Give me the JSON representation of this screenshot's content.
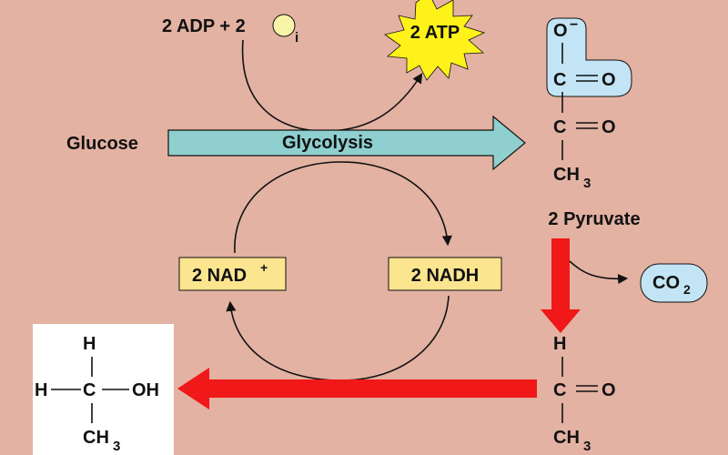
{
  "colors": {
    "background": "#e3b2a2",
    "glycolysis_arrow": "#8fcfcf",
    "red_arrow": "#f01818",
    "atp_star": "#fff21a",
    "nad_box": "#fbe58f",
    "highlight_blue": "#c3e4f5",
    "pi_circle": "#f9f5a8"
  },
  "inputs": {
    "adp_text": "2 ADP + 2",
    "pi_subscript": "i",
    "atp_label": "2 ATP",
    "glucose_label": "Glucose",
    "glycolysis_label": "Glycolysis"
  },
  "cofactors": {
    "nad_label": "2 NAD",
    "nad_charge": "+",
    "nadh_label": "2 NADH"
  },
  "pyruvate": {
    "o_minus": "O",
    "minus": "−",
    "c_top": "C",
    "o_double_top": "O",
    "c_mid": "C",
    "o_double_mid": "O",
    "ch": "CH",
    "sub3": "3",
    "label": "2 Pyruvate"
  },
  "co2": {
    "text": "CO",
    "sub": "2"
  },
  "acetaldehyde": {
    "h": "H",
    "c": "C",
    "o": "O",
    "ch": "CH",
    "sub3": "3"
  },
  "ethanol": {
    "h_top": "H",
    "h_left": "H",
    "c": "C",
    "oh": "OH",
    "ch": "CH",
    "sub3": "3"
  }
}
